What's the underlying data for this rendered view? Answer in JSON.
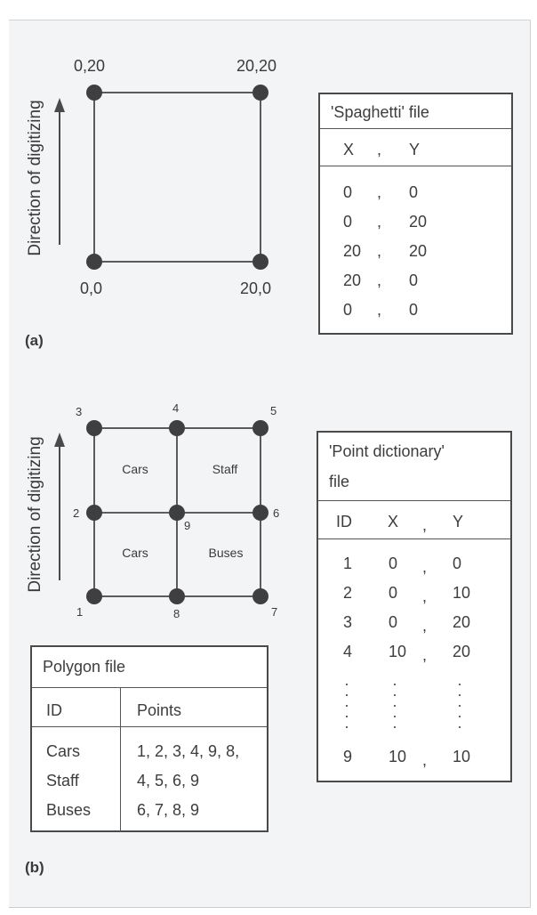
{
  "panel_a": {
    "label": "(a)",
    "direction_label": "Direction of digitizing",
    "corners": {
      "top_left": "0,20",
      "top_right": "20,20",
      "bottom_left": "0,0",
      "bottom_right": "20,0"
    },
    "spaghetti_table": {
      "title": "'Spaghetti' file",
      "headers": {
        "x": "X",
        "sep": ",",
        "y": "Y"
      },
      "rows": [
        {
          "x": "0",
          "sep": ",",
          "y": "0"
        },
        {
          "x": "0",
          "sep": ",",
          "y": "20"
        },
        {
          "x": "20",
          "sep": ",",
          "y": "20"
        },
        {
          "x": "20",
          "sep": ",",
          "y": "0"
        },
        {
          "x": "0",
          "sep": ",",
          "y": "0"
        }
      ]
    }
  },
  "panel_b": {
    "label": "(b)",
    "direction_label": "Direction of digitizing",
    "node_numbers": [
      "1",
      "2",
      "3",
      "4",
      "5",
      "6",
      "7",
      "8",
      "9"
    ],
    "regions": [
      "Cars",
      "Staff",
      "Cars",
      "Buses"
    ],
    "point_dictionary_table": {
      "title_line1": "'Point dictionary'",
      "title_line2": "file",
      "headers": {
        "id": "ID",
        "x": "X",
        "sep": ",",
        "y": "Y"
      },
      "rows": [
        {
          "id": "1",
          "x": "0",
          "sep": ",",
          "y": "0"
        },
        {
          "id": "2",
          "x": "0",
          "sep": ",",
          "y": "10"
        },
        {
          "id": "3",
          "x": "0",
          "sep": ",",
          "y": "20"
        },
        {
          "id": "4",
          "x": "10",
          "sep": ",",
          "y": "20"
        }
      ],
      "last_row": {
        "id": "9",
        "x": "10",
        "sep": ",",
        "y": "10"
      }
    },
    "polygon_table": {
      "title": "Polygon file",
      "headers": {
        "id": "ID",
        "points": "Points"
      },
      "rows": [
        {
          "id": "Cars",
          "points": "1, 2, 3, 4, 9, 8,"
        },
        {
          "id": "Staff",
          "points": "4, 5, 6, 9"
        },
        {
          "id": "Buses",
          "points": "6, 7, 8, 9"
        }
      ]
    }
  },
  "colors": {
    "background": "#f2f4f6",
    "line": "#4a4a4a",
    "node": "#3f3f41",
    "text": "#3a3a3a"
  }
}
